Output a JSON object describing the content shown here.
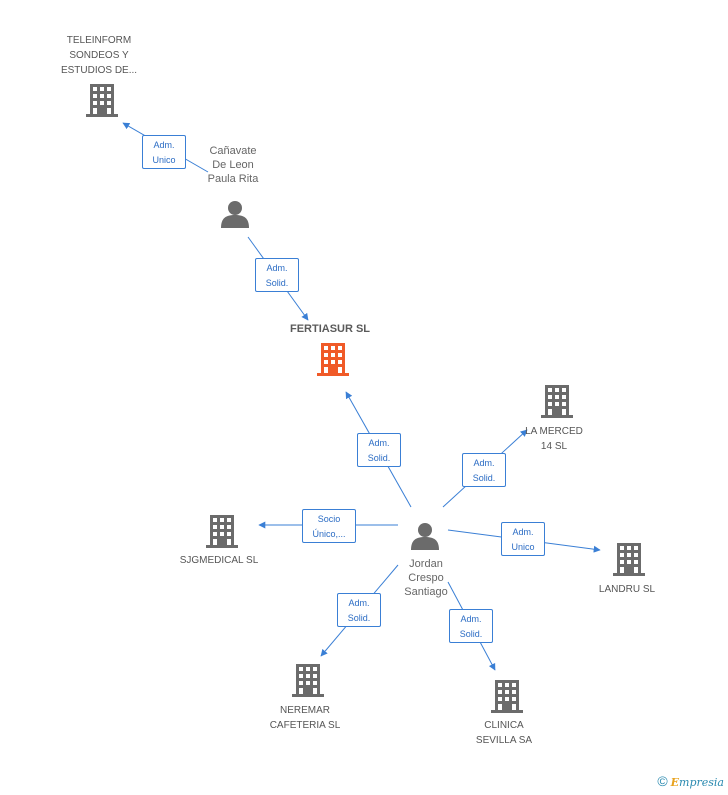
{
  "nodes": {
    "teleinform": {
      "lines": [
        "TELEINFORM",
        "SONDEOS Y",
        "ESTUDIOS DE..."
      ],
      "type": "company"
    },
    "canavate": {
      "lines": [
        "Cañavate",
        "De Leon",
        "Paula Rita"
      ],
      "type": "person"
    },
    "fertiasur": {
      "lines": [
        "FERTIASUR SL"
      ],
      "type": "main-company"
    },
    "lamerced": {
      "lines": [
        "LA MERCED",
        "14 SL"
      ],
      "type": "company"
    },
    "sjgmedical": {
      "lines": [
        "SJGMEDICAL SL"
      ],
      "type": "company"
    },
    "jordan": {
      "lines": [
        "Jordan",
        "Crespo",
        "Santiago"
      ],
      "type": "person"
    },
    "landru": {
      "lines": [
        "LANDRU SL"
      ],
      "type": "company"
    },
    "neremar": {
      "lines": [
        "NEREMAR",
        "CAFETERIA SL"
      ],
      "type": "company"
    },
    "clinica": {
      "lines": [
        "CLINICA",
        "SEVILLA SA"
      ],
      "type": "company"
    }
  },
  "edges": {
    "e1": {
      "lines": [
        "Adm.",
        "Unico"
      ]
    },
    "e2": {
      "lines": [
        "Adm.",
        "Solid."
      ]
    },
    "e3": {
      "lines": [
        "Adm.",
        "Solid."
      ]
    },
    "e4": {
      "lines": [
        "Adm.",
        "Solid."
      ]
    },
    "e5": {
      "lines": [
        "Socio",
        "Único,..."
      ]
    },
    "e6": {
      "lines": [
        "Adm.",
        "Unico"
      ]
    },
    "e7": {
      "lines": [
        "Adm.",
        "Solid."
      ]
    },
    "e8": {
      "lines": [
        "Adm.",
        "Solid."
      ]
    }
  },
  "colors": {
    "company_icon": "#6b6b6b",
    "main_company_icon": "#f05a28",
    "person_icon": "#6b6b6b",
    "edge": "#3a7fd5"
  },
  "footer": {
    "copyright": "©",
    "brand_first": "E",
    "brand_rest": "mpresia"
  }
}
